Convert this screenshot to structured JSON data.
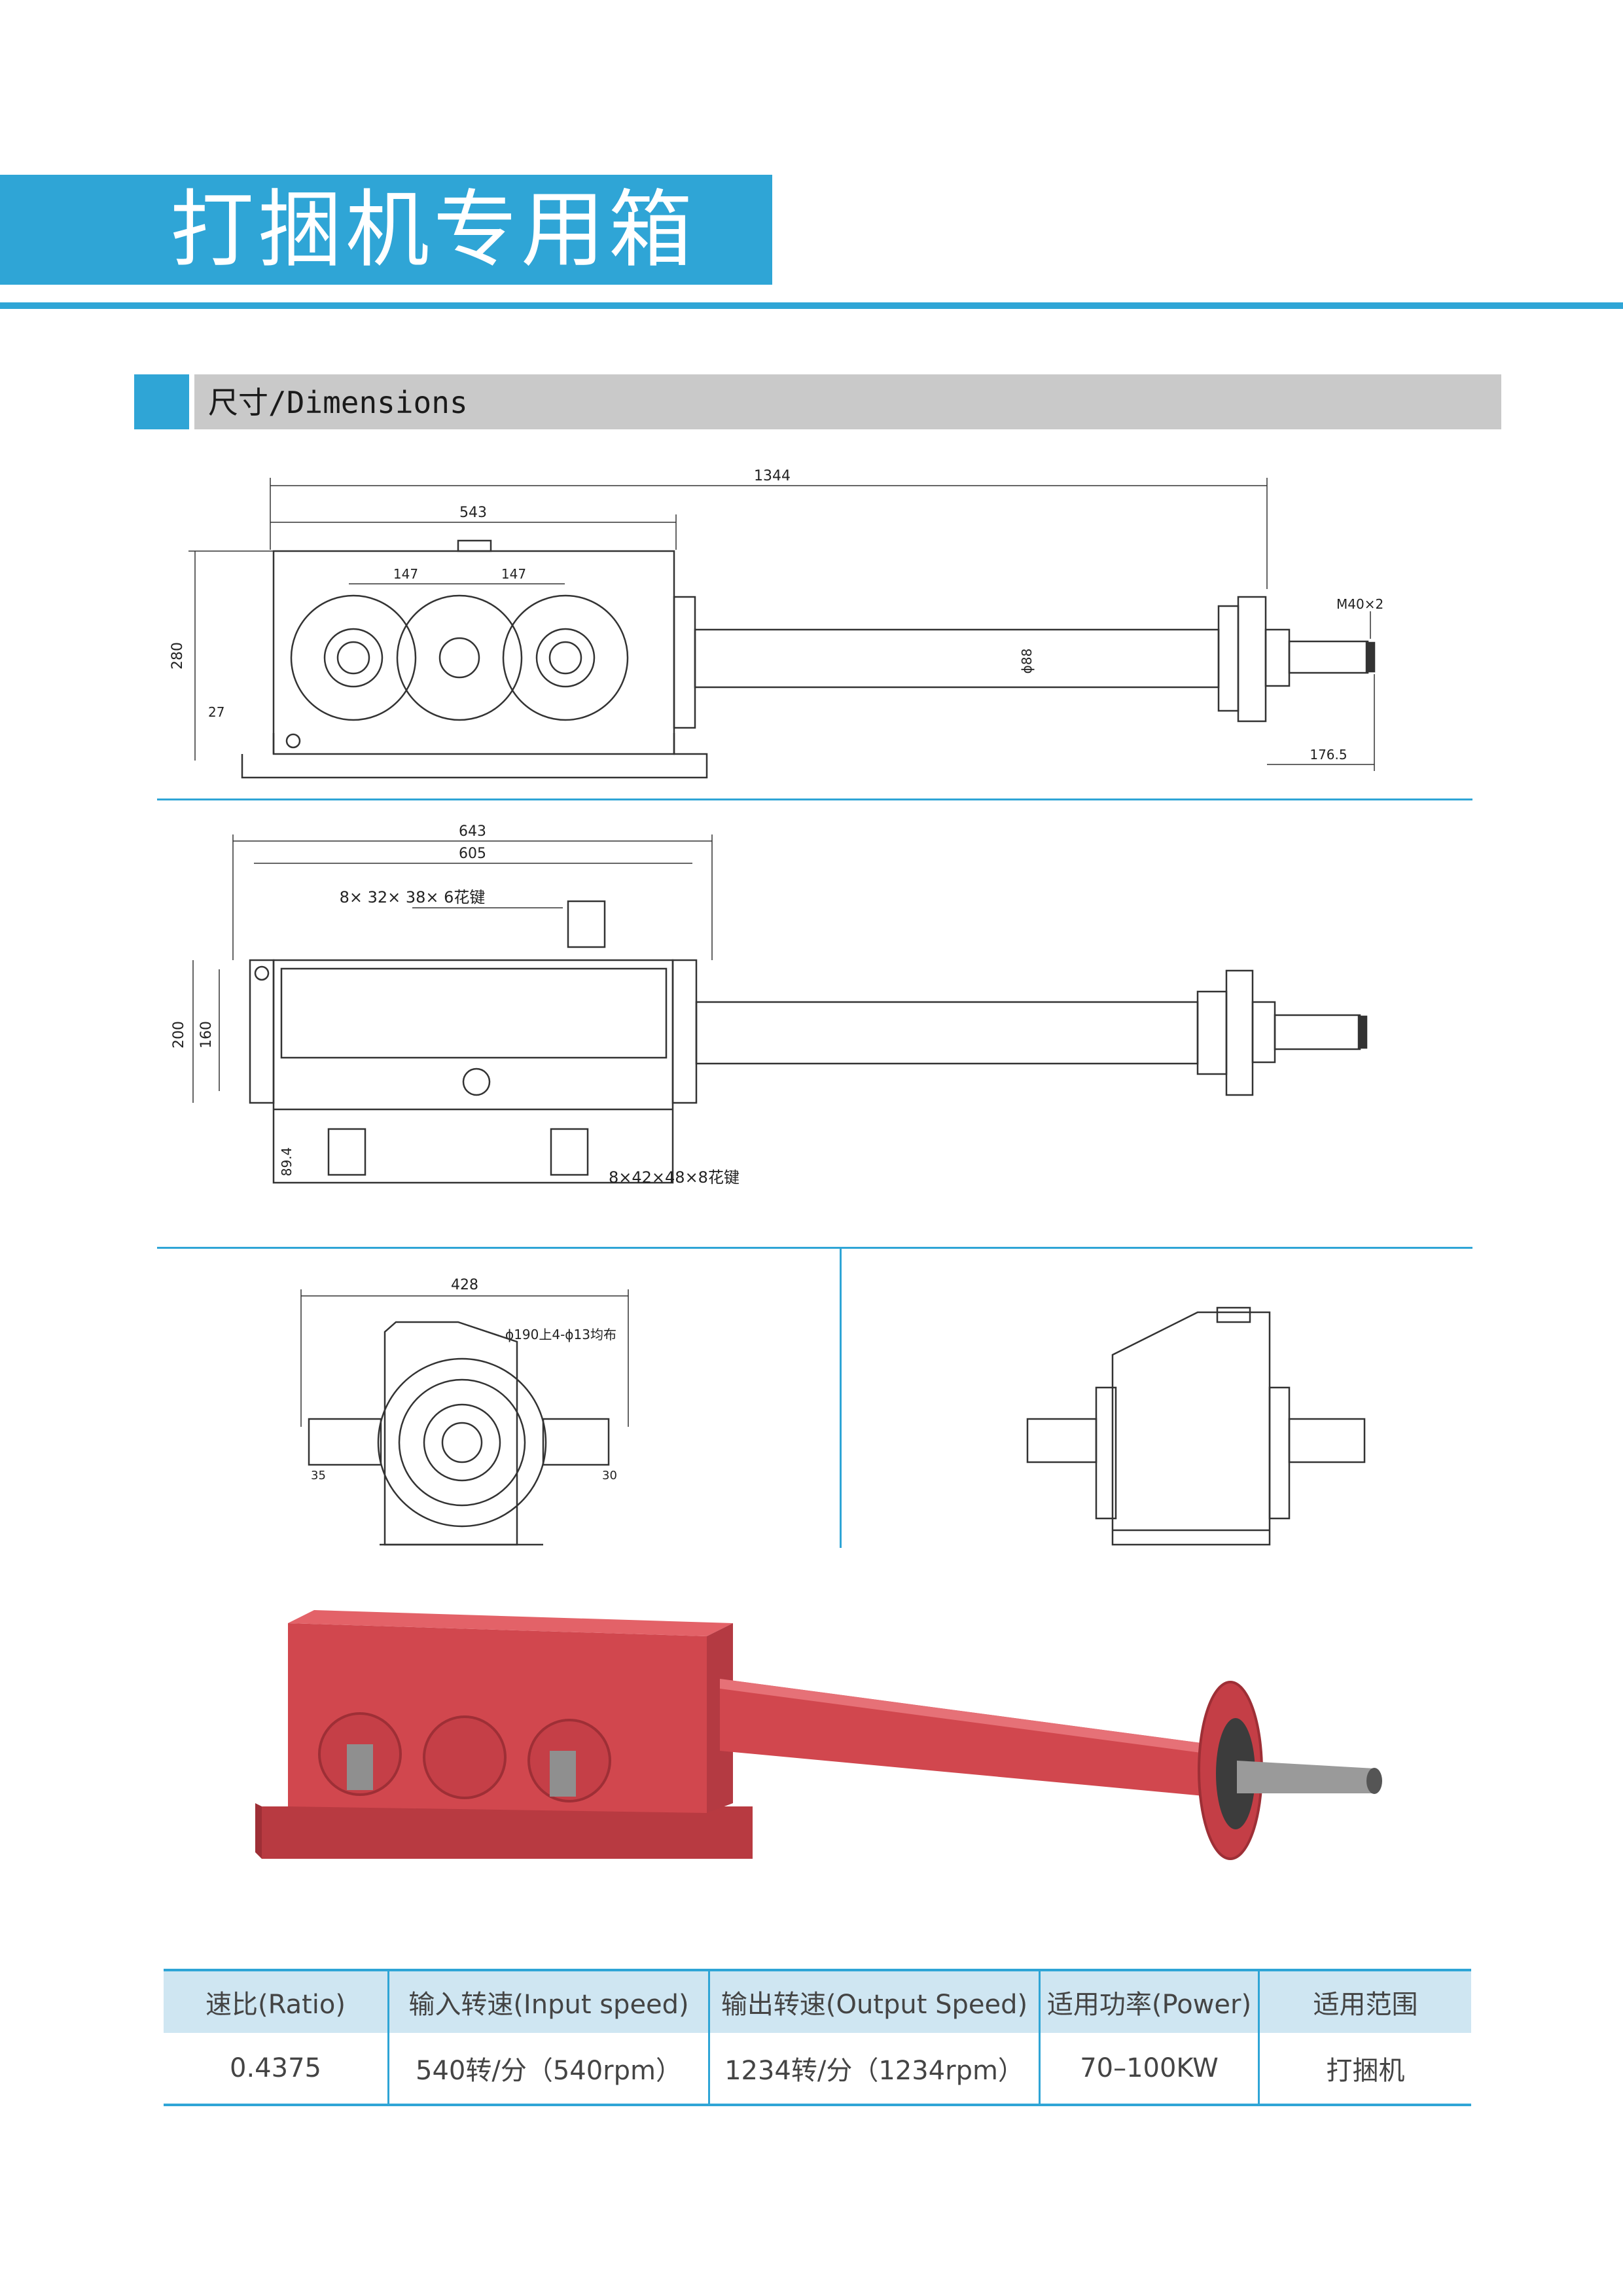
{
  "header": {
    "title": "打捆机专用箱"
  },
  "section": {
    "title": "尺寸/Dimensions"
  },
  "drawings": {
    "front": {
      "dim_overall": "1344",
      "dim_box": "543",
      "dim_pitch_left": "147",
      "dim_pitch_right": "147",
      "dim_height": "280",
      "dim_base": "27",
      "dim_shaft_dia": "ϕ88",
      "dim_thread": "M40×2",
      "dim_tail": "176.5"
    },
    "top": {
      "dim_overall": "643",
      "dim_inner": "605",
      "spline_top": "8× 32× 38× 6花键",
      "dim_width": "200",
      "dim_width_inner": "160",
      "dim_shaft_len": "89.4",
      "spline_bottom": "8×42×48×8花键"
    },
    "side": {
      "dim_width": "428",
      "flange_note": "ϕ190上4-ϕ13均布",
      "dim_left": "35",
      "dim_right": "30"
    }
  },
  "table": {
    "headers": [
      "速比(Ratio)",
      "输入转速(Input speed)",
      "输出转速(Output Speed)",
      "适用功率(Power)",
      "适用范围"
    ],
    "rows": [
      [
        "0.4375",
        "540转/分（540rpm）",
        "1234转/分（1234rpm）",
        "70–100KW",
        "打捆机"
      ]
    ]
  },
  "colors": {
    "accent": "#2fa5d6",
    "section_bar": "#c9c9c9",
    "product_red": "#d1474e",
    "table_header": "#cfe6f2"
  }
}
